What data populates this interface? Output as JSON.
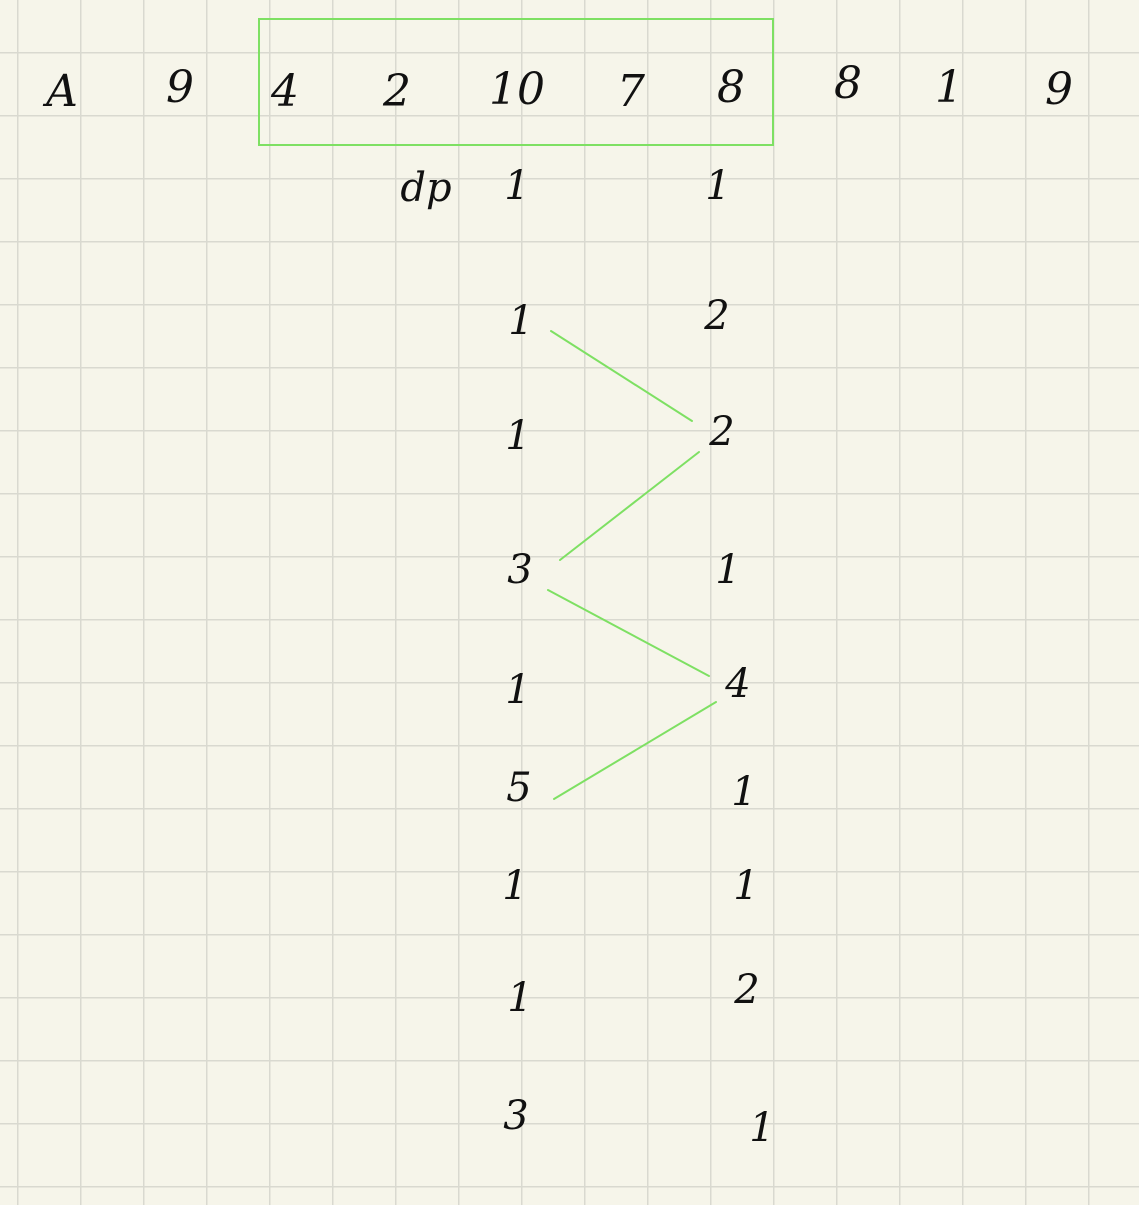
{
  "array": {
    "label": "A",
    "values": [
      "9",
      "4",
      "2",
      "10",
      "7",
      "8",
      "8",
      "1",
      "9"
    ]
  },
  "dp": {
    "label": "dp",
    "left_column": [
      "1",
      "1",
      "1",
      "3",
      "1",
      "5",
      "1",
      "1",
      "3"
    ],
    "right_column": [
      "1",
      "2",
      "2",
      "1",
      "4",
      "1",
      "1",
      "2",
      "1"
    ]
  },
  "colors": {
    "highlight": "#7ee063",
    "ink": "#111111",
    "paper": "#f6f5ea",
    "grid": "#d9d9d0"
  }
}
